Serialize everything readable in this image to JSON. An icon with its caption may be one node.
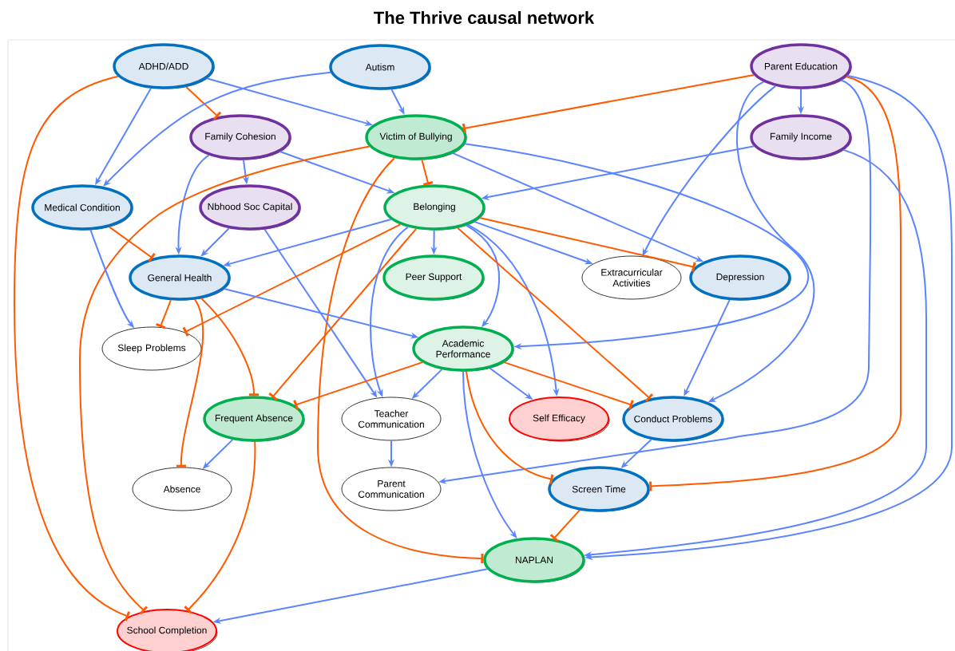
{
  "diagram": {
    "title": "The Thrive causal network",
    "nodes": [
      {
        "text": [
          "ADHD/ADD"
        ]
      },
      {
        "text": [
          "Autism"
        ]
      },
      {
        "text": [
          "Parent Education"
        ]
      },
      {
        "text": [
          "Family Cohesion"
        ]
      },
      {
        "text": [
          "Victim of Bullying"
        ]
      },
      {
        "text": [
          "Family Income"
        ]
      },
      {
        "text": [
          "Medical Condition"
        ]
      },
      {
        "text": [
          "Nbhood Soc Capital"
        ]
      },
      {
        "text": [
          "Belonging"
        ]
      },
      {
        "text": [
          "General Health"
        ]
      },
      {
        "text": [
          "Peer Support"
        ]
      },
      {
        "text": [
          "Extracurricular Activities"
        ]
      },
      {
        "text": [
          "Depression"
        ]
      },
      {
        "text": [
          "Sleep Problems"
        ]
      },
      {
        "text": [
          "Academic Performance"
        ]
      },
      {
        "text": [
          "Frequent Absence"
        ]
      },
      {
        "text": [
          "Teacher Communication"
        ]
      },
      {
        "text": [
          "Self Efficacy"
        ]
      },
      {
        "text": [
          "Conduct Problems"
        ]
      },
      {
        "text": [
          "Absence"
        ]
      },
      {
        "text": [
          "Parent Communication"
        ]
      },
      {
        "text": [
          "Screen Time"
        ]
      },
      {
        "text": [
          "NAPLAN"
        ]
      },
      {
        "text": [
          "School Completion"
        ]
      }
    ],
    "edges": [
      {
        "from": 0,
        "to": 6,
        "arrow": "to"
      },
      {
        "from": 0,
        "to": 4,
        "arrow": "to"
      },
      {
        "from": 0,
        "to": 3,
        "arrow": "other",
        "color": "#ff5a00"
      },
      {
        "from": 0,
        "to": 23,
        "arrow": "other",
        "color": "#ff5a00"
      },
      {
        "from": 1,
        "to": 4,
        "arrow": "to"
      },
      {
        "from": 1,
        "to": 6,
        "arrow": "to"
      },
      {
        "from": 2,
        "to": 4,
        "arrow": "other",
        "color": "#ff5a00"
      },
      {
        "from": 2,
        "to": 5,
        "arrow": "to"
      },
      {
        "from": 2,
        "to": 11,
        "arrow": "to"
      },
      {
        "from": 2,
        "to": 18,
        "arrow": "to"
      },
      {
        "from": 2,
        "to": 20,
        "arrow": "to"
      },
      {
        "from": 2,
        "to": 21,
        "arrow": "other",
        "color": "#ff5a00"
      },
      {
        "from": 2,
        "to": 22,
        "arrow": "to"
      },
      {
        "from": 3,
        "to": 7,
        "arrow": "to"
      },
      {
        "from": 3,
        "to": 9,
        "arrow": "to"
      },
      {
        "from": 3,
        "to": 8,
        "arrow": "to"
      },
      {
        "from": 4,
        "to": 8,
        "arrow": "other",
        "color": "#ff5a00"
      },
      {
        "from": 4,
        "to": 23,
        "arrow": "other",
        "color": "#ff5a00"
      },
      {
        "from": 4,
        "to": 22,
        "arrow": "other",
        "color": "#ff5a00"
      },
      {
        "from": 4,
        "to": 12,
        "arrow": "to"
      },
      {
        "from": 4,
        "to": 14,
        "arrow": "to"
      },
      {
        "from": 5,
        "to": 8,
        "arrow": "to"
      },
      {
        "from": 5,
        "to": 22,
        "arrow": "to"
      },
      {
        "from": 6,
        "to": 9,
        "arrow": "other",
        "color": "#ff5a00"
      },
      {
        "from": 6,
        "to": 13,
        "arrow": "to"
      },
      {
        "from": 7,
        "to": 9,
        "arrow": "to"
      },
      {
        "from": 7,
        "to": 16,
        "arrow": "to"
      },
      {
        "from": 8,
        "to": 9,
        "arrow": "to"
      },
      {
        "from": 8,
        "to": 10,
        "arrow": "to"
      },
      {
        "from": 8,
        "to": 11,
        "arrow": "to"
      },
      {
        "from": 8,
        "to": 12,
        "arrow": "other",
        "color": "#ff5a00"
      },
      {
        "from": 8,
        "to": 13,
        "arrow": "other",
        "color": "#ff5a00"
      },
      {
        "from": 8,
        "to": 15,
        "arrow": "other",
        "color": "#ff5a00"
      },
      {
        "from": 8,
        "to": 16,
        "arrow": "to"
      },
      {
        "from": 8,
        "to": 14,
        "arrow": "to"
      },
      {
        "from": 8,
        "to": 17,
        "arrow": "to"
      },
      {
        "from": 8,
        "to": 18,
        "arrow": "other",
        "color": "#ff5a00"
      },
      {
        "from": 9,
        "to": 13,
        "arrow": "other",
        "color": "#ff5a00"
      },
      {
        "from": 9,
        "to": 19,
        "arrow": "other",
        "color": "#ff5a00"
      },
      {
        "from": 9,
        "to": 15,
        "arrow": "other",
        "color": "#ff5a00"
      },
      {
        "from": 9,
        "to": 14,
        "arrow": "to"
      },
      {
        "from": 14,
        "to": 15,
        "arrow": "other",
        "color": "#ff5a00"
      },
      {
        "from": 14,
        "to": 16,
        "arrow": "to"
      },
      {
        "from": 14,
        "to": 17,
        "arrow": "to"
      },
      {
        "from": 14,
        "to": 18,
        "arrow": "other",
        "color": "#ff5a00"
      },
      {
        "from": 14,
        "to": 22,
        "arrow": "to"
      },
      {
        "from": 14,
        "to": 21,
        "arrow": "other",
        "color": "#ff5a00"
      },
      {
        "from": 12,
        "to": 18,
        "arrow": "to"
      },
      {
        "from": 15,
        "to": 19,
        "arrow": "to"
      },
      {
        "from": 15,
        "to": 23,
        "arrow": "other",
        "color": "#ff5a00"
      },
      {
        "from": 16,
        "to": 20,
        "arrow": "to"
      },
      {
        "from": 18,
        "to": 21,
        "arrow": "to"
      },
      {
        "from": 21,
        "to": 22,
        "arrow": "other",
        "color": "#ff5a00"
      },
      {
        "from": 22,
        "to": 23,
        "arrow": "to"
      }
    ]
  }
}
